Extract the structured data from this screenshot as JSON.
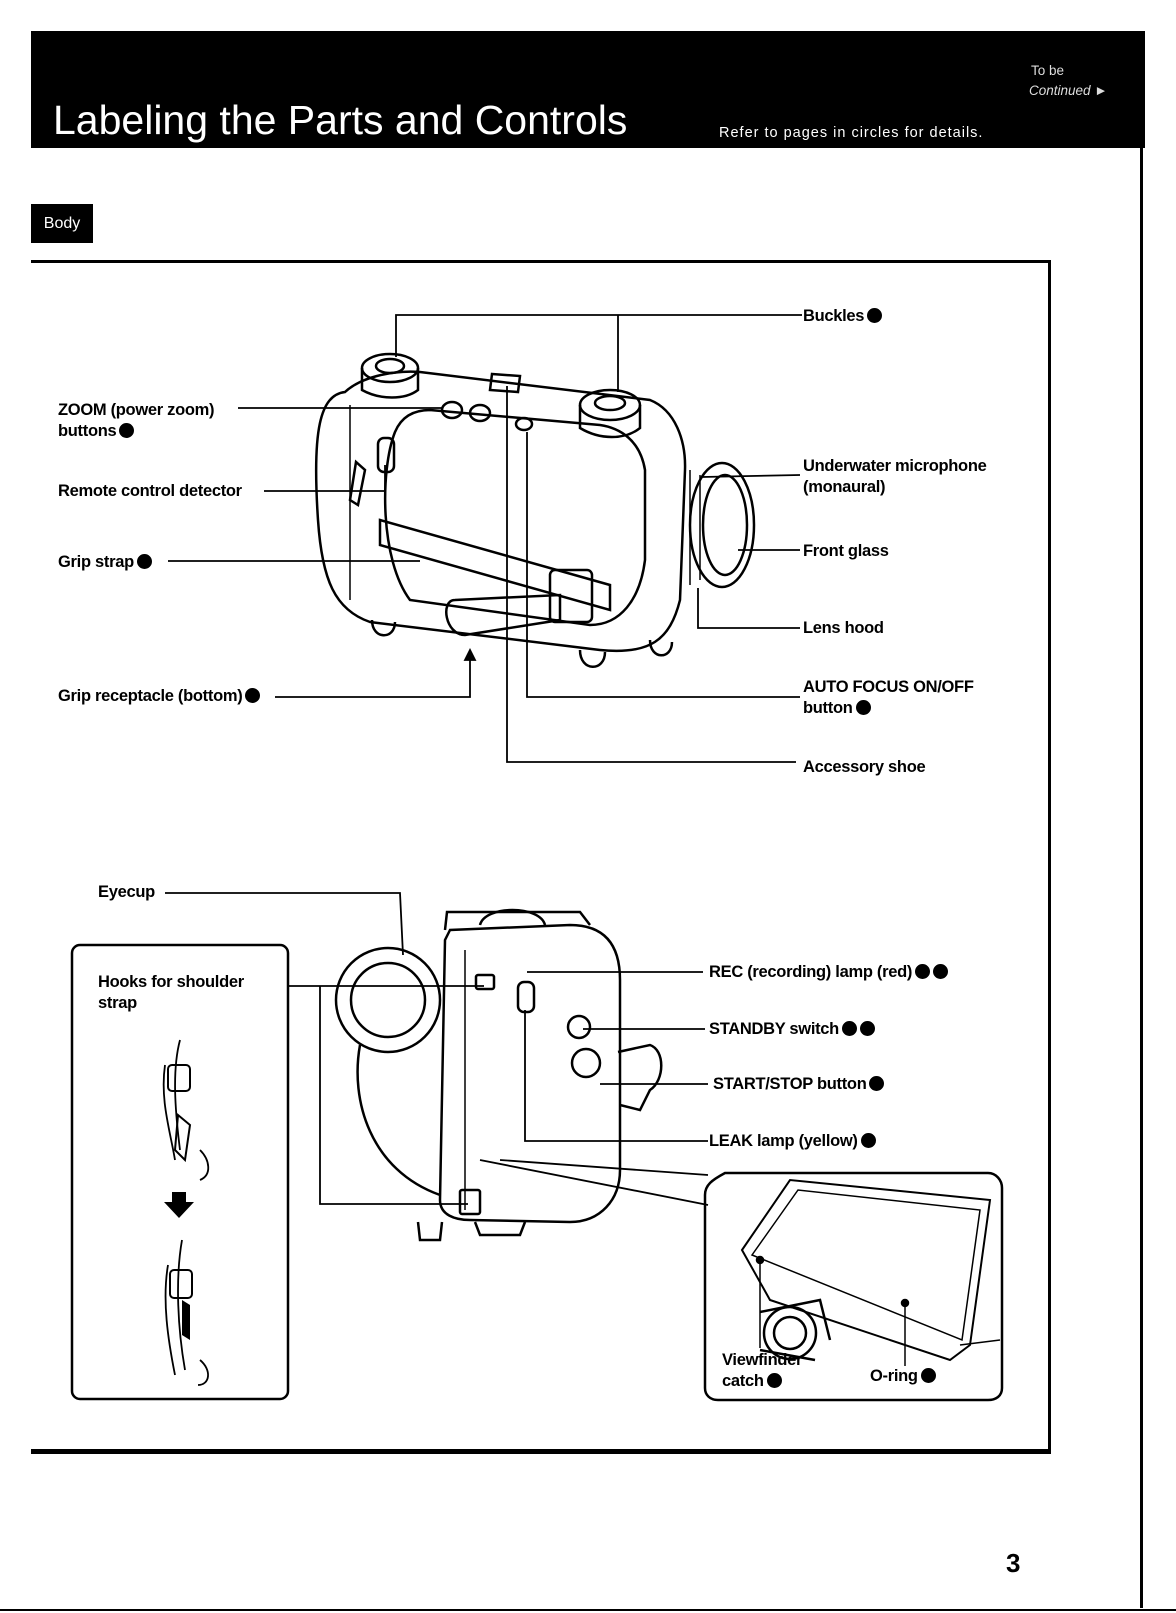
{
  "header": {
    "title": "Labeling the Parts and Controls",
    "subtitle": "Refer to pages in circles for details.",
    "continued_line1": "To be",
    "continued_line2": "Continued ►"
  },
  "section_tag": "Body",
  "labels": {
    "buckles": "Buckles",
    "zoom_line1": "ZOOM (power zoom)",
    "zoom_line2": "buttons",
    "remote": "Remote control detector",
    "grip_strap": "Grip strap",
    "grip_receptacle": "Grip receptacle (bottom)",
    "mic_line1": "Underwater microphone",
    "mic_line2": "(monaural)",
    "front_glass": "Front glass",
    "lens_hood": "Lens hood",
    "af_line1": "AUTO FOCUS ON/OFF",
    "af_line2": "button",
    "accessory_shoe": "Accessory shoe",
    "eyecup": "Eyecup",
    "hooks_line1": "Hooks for shoulder",
    "hooks_line2": "strap",
    "rec": "REC (recording) lamp (red)",
    "standby": "STANDBY switch",
    "startstop": "START/STOP button",
    "leak": "LEAK lamp (yellow)",
    "vf_line1": "Viewfinder",
    "vf_line2": "catch",
    "oring": "O-ring"
  },
  "page_number": "3"
}
